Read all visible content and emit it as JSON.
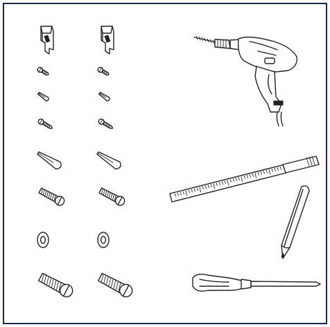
{
  "figure": {
    "border_color": "#1a2a4a",
    "line_color": "#222222",
    "background": "#ffffff"
  },
  "parts_columns": 2,
  "parts": [
    {
      "kind": "bracket",
      "icon": "bracket-icon"
    },
    {
      "kind": "small-screw",
      "icon": "small-screw-icon"
    },
    {
      "kind": "small-anchor",
      "icon": "small-anchor-icon"
    },
    {
      "kind": "medium-screw",
      "icon": "medium-screw-icon"
    },
    {
      "kind": "large-anchor",
      "icon": "large-anchor-icon"
    },
    {
      "kind": "large-screw",
      "icon": "large-screw-icon"
    },
    {
      "kind": "washer",
      "icon": "washer-icon"
    },
    {
      "kind": "extra-large-screw",
      "icon": "extra-large-screw-icon"
    }
  ],
  "tools": [
    {
      "kind": "power-drill",
      "icon": "power-drill-icon"
    },
    {
      "kind": "tape-measure",
      "icon": "tape-measure-icon"
    },
    {
      "kind": "pencil",
      "icon": "pencil-icon"
    },
    {
      "kind": "screwdriver",
      "icon": "screwdriver-icon"
    }
  ]
}
